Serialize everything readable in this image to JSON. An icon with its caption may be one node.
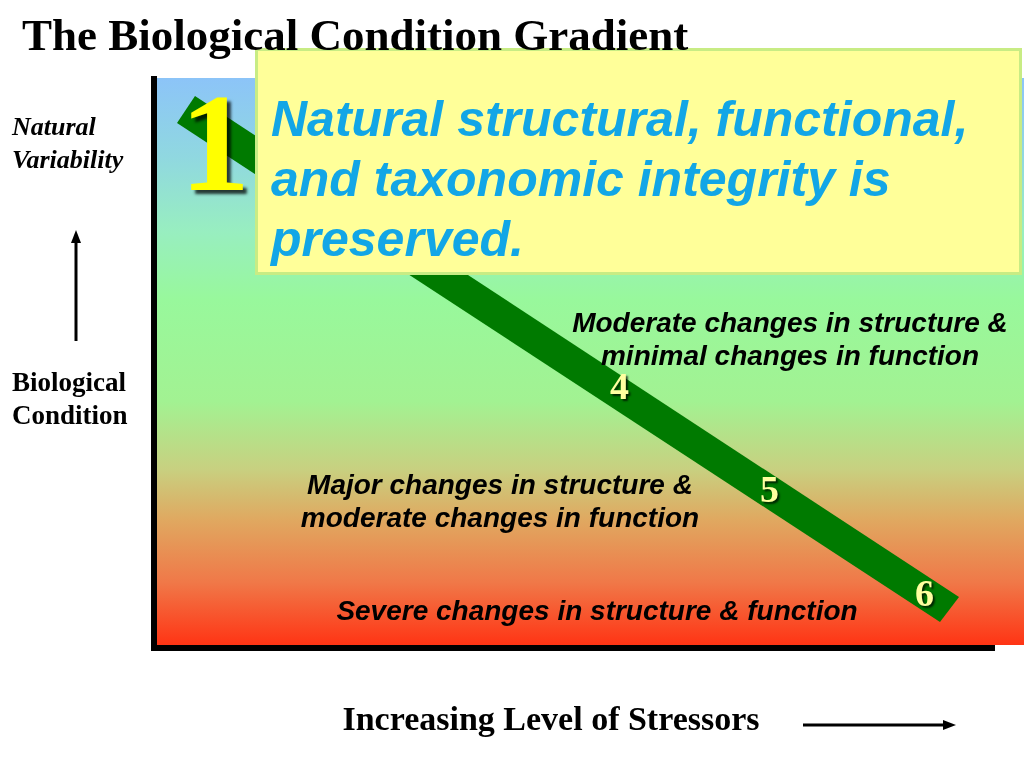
{
  "diagram": {
    "title": "The Biological Condition Gradient",
    "nodes": [
      {
        "text": [
          "1",
          "4",
          "5",
          "6"
        ]
      },
      {
        "text": [
          "Natural structural, functional, and taxonomic integrity is preserved."
        ]
      }
    ],
    "labels": [
      "Natural Variability",
      "Moderate changes in structure & minimal changes in function",
      "Biological Condition",
      "Major changes in structure & moderate changes in function",
      "Severe changes in structure & function",
      "Increasing Level of Stressors"
    ]
  }
}
